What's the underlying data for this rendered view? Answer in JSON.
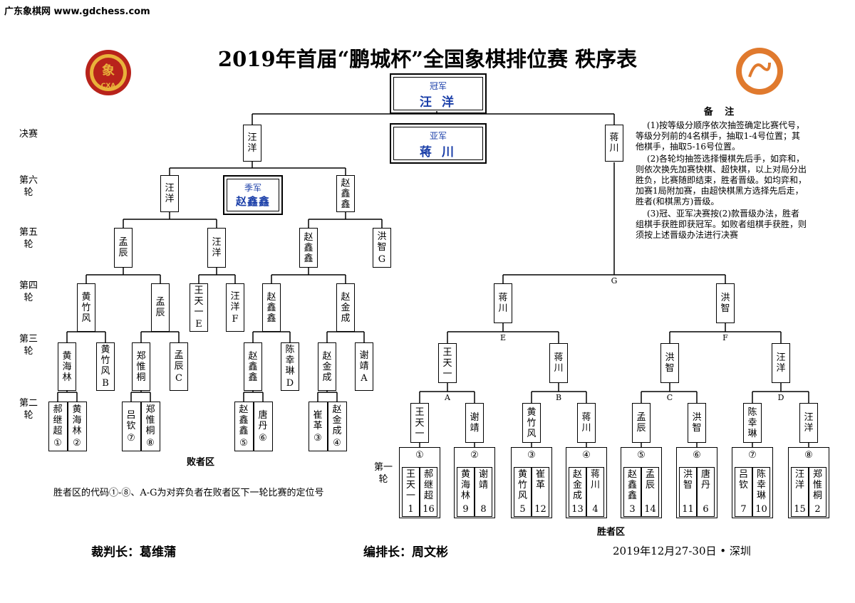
{
  "watermark": "广东象棋网 www.gdchess.com",
  "title": "2019年首届“鹏城杯”全国象棋排位赛 秩序表",
  "champion": {
    "label": "冠军",
    "name": "汪 洋"
  },
  "runner_up": {
    "label": "亚军",
    "name": "蒋 川"
  },
  "third": {
    "label": "季军",
    "name": "赵鑫鑫"
  },
  "logo_left": "CXA",
  "round_labels": [
    {
      "text": "决赛"
    },
    {
      "text": "第六轮"
    },
    {
      "text": "第五轮"
    },
    {
      "text": "第四轮"
    },
    {
      "text": "第三轮"
    },
    {
      "text": "第二轮"
    },
    {
      "text": "第一轮"
    }
  ],
  "notes": {
    "title": "备 注",
    "items": [
      "(1)按等级分顺序依次抽签确定比赛代号，等级分列前的4名棋手，抽取1-4号位置；其他棋手，抽取5-16号位置。",
      "(2)各轮均抽签选择慢棋先后手，如弈和，则依次换先加赛快棋、超快棋，以上对局分出胜负，比赛随即结束，胜者晋级。如均弈和，加赛1局附加赛，由超快棋黑方选择先后走，胜者(和棋黑方)晋级。",
      "(3)冠、亚军决赛按(2)款晋级办法，胜者组棋手获胜即获冠军。如败者组棋手获胜，则须按上述晋级办法进行决赛"
    ]
  },
  "loser_zone": "败者区",
  "winner_zone": "胜者区",
  "footnote": "胜者区的代码①-⑧、A-G为对弈负者在败者区下一轮比赛的定位号",
  "chief_referee": "裁判长：葛维蒲",
  "scheduler": "编排长：周文彬",
  "date": "2019年12月27-30日 • 深圳",
  "round1": [
    {
      "seed": "①",
      "players": [
        {
          "name": "王天一",
          "no": "1"
        },
        {
          "name": "郝继超",
          "no": "16"
        }
      ]
    },
    {
      "seed": "②",
      "players": [
        {
          "name": "黄海林",
          "no": "9"
        },
        {
          "name": "谢靖",
          "no": "8"
        }
      ]
    },
    {
      "seed": "③",
      "players": [
        {
          "name": "黄竹风",
          "no": "5"
        },
        {
          "name": "崔革",
          "no": "12"
        }
      ]
    },
    {
      "seed": "④",
      "players": [
        {
          "name": "赵金成",
          "no": "13"
        },
        {
          "name": "蒋川",
          "no": "4"
        }
      ]
    },
    {
      "seed": "⑤",
      "players": [
        {
          "name": "赵鑫鑫",
          "no": "3"
        },
        {
          "name": "孟辰",
          "no": "14"
        }
      ]
    },
    {
      "seed": "⑥",
      "players": [
        {
          "name": "洪智",
          "no": "11"
        },
        {
          "name": "唐丹",
          "no": "6"
        }
      ]
    },
    {
      "seed": "⑦",
      "players": [
        {
          "name": "吕钦",
          "no": "7"
        },
        {
          "name": "陈幸琳",
          "no": "10"
        }
      ]
    },
    {
      "seed": "⑧",
      "players": [
        {
          "name": "汪洋",
          "no": "15"
        },
        {
          "name": "郑惟桐",
          "no": "2"
        }
      ]
    }
  ],
  "winner_r2": [
    "王天一",
    "谢靖",
    "黄竹风",
    "蒋川",
    "孟辰",
    "洪智",
    "陈幸琳",
    "汪洋"
  ],
  "winner_r3": [
    "王天一",
    "蒋川",
    "洪智",
    "汪洋"
  ],
  "winner_r3_codes": [
    "A",
    "B",
    "C",
    "D"
  ],
  "winner_r4": [
    "蒋川",
    "洪智"
  ],
  "winner_r4_codes": [
    "E",
    "F"
  ],
  "winner_r5": [
    "蒋川"
  ],
  "winner_r5_code": "G",
  "final_left": "汪洋",
  "loser_r2": [
    {
      "name": "郝继超",
      "tag": "①"
    },
    {
      "name": "黄海林",
      "tag": "②"
    },
    {
      "name": "吕钦",
      "tag": "⑦"
    },
    {
      "name": "郑惟桐",
      "tag": "⑧"
    },
    {
      "name": "赵鑫鑫",
      "tag": "⑤"
    },
    {
      "name": "唐丹",
      "tag": "⑥"
    },
    {
      "name": "崔革",
      "tag": "③"
    },
    {
      "name": "赵金成",
      "tag": "④"
    }
  ],
  "loser_r3": [
    {
      "name": "黄海林",
      "tag": ""
    },
    {
      "name": "黄竹风",
      "tag": "B"
    },
    {
      "name": "郑惟桐",
      "tag": ""
    },
    {
      "name": "孟辰",
      "tag": "C"
    },
    {
      "name": "赵鑫鑫",
      "tag": ""
    },
    {
      "name": "陈幸琳",
      "tag": "D"
    },
    {
      "name": "赵金成",
      "tag": ""
    },
    {
      "name": "谢靖",
      "tag": "A"
    }
  ],
  "loser_r4": [
    {
      "name": "黄竹风",
      "tag": ""
    },
    {
      "name": "孟辰",
      "tag": ""
    },
    {
      "name": "王天一",
      "tag": "E"
    },
    {
      "name": "汪洋",
      "tag": "F"
    },
    {
      "name": "赵鑫鑫",
      "tag": ""
    },
    {
      "name": "赵金成",
      "tag": ""
    }
  ],
  "loser_r5": [
    {
      "name": "孟辰",
      "tag": ""
    },
    {
      "name": "汪洋",
      "tag": ""
    },
    {
      "name": "赵鑫鑫",
      "tag": ""
    },
    {
      "name": "洪智",
      "tag": "G"
    }
  ],
  "loser_r6": [
    {
      "name": "汪洋",
      "tag": ""
    },
    {
      "name": "赵鑫鑫",
      "tag": ""
    }
  ]
}
